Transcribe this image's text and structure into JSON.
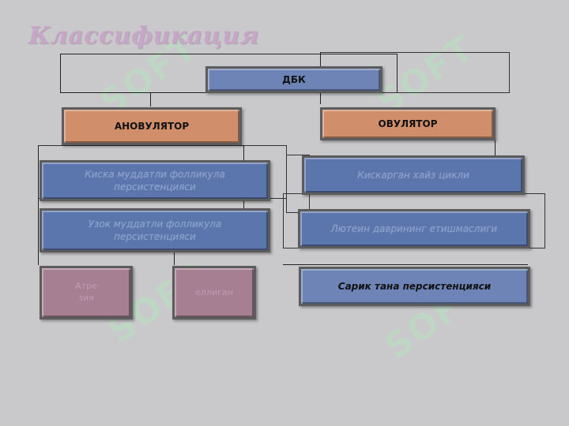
{
  "title": "Классификация",
  "nodes": {
    "root": "ДБК",
    "anov": "АНОВУЛЯТОР",
    "ovul": "ОВУЛЯТОР",
    "short_foll": "Киска муддатли фолликула персистенцияси",
    "long_foll": "Узок муддатли фолликула персистенцияси",
    "atresia": "Атре зия",
    "other_left": "еллиган",
    "short_cycle": "Кискарган хайз цикли",
    "luteal": "Лютеин даврининг етишмаслиги",
    "corpus": "Сарик тана персистенцияси"
  },
  "watermark": "SOFT",
  "colors": {
    "background": "#c9c8cb",
    "blue_box": "#6e84b6",
    "orange_box": "#d08e6b",
    "mauve_box": "#a77f93",
    "title": "#c7a7c7"
  }
}
